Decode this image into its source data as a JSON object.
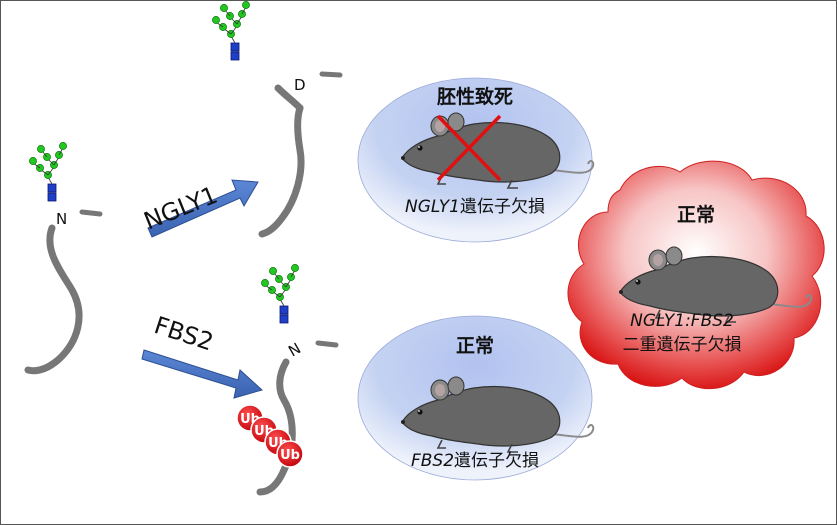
{
  "enzymes": {
    "ngly1": "NGLY1",
    "fbs2": "FBS2"
  },
  "residues": {
    "asn_left": "N",
    "asp_top": "D",
    "asn_bottom": "N"
  },
  "ubiquitin": [
    "Ub",
    "Ub",
    "Ub",
    "Ub"
  ],
  "outcomes": {
    "ngly1_ko": {
      "status": "胚性致死",
      "gene": "NGLY1",
      "suffix": "遺伝子欠損"
    },
    "fbs2_ko": {
      "status": "正常",
      "gene": "FBS2",
      "suffix": "遺伝子欠損"
    },
    "double_ko": {
      "status": "正常",
      "gene": "NGLY1:FBS2",
      "suffix": "二重遺伝子欠損"
    }
  },
  "colors": {
    "glycan_green": "#22c722",
    "glcnac_blue": "#1f3fc8",
    "arrow_blue": "#4472c4",
    "ub_red": "#e00010",
    "lethal_x": "#e01010",
    "blue_ellipse": "#b9c9ef",
    "red_cloud": "#e02020"
  },
  "icons": [
    "glycan-icon",
    "mouse-icon",
    "red-x-icon",
    "ubiquitin-icon",
    "arrow-icon"
  ]
}
